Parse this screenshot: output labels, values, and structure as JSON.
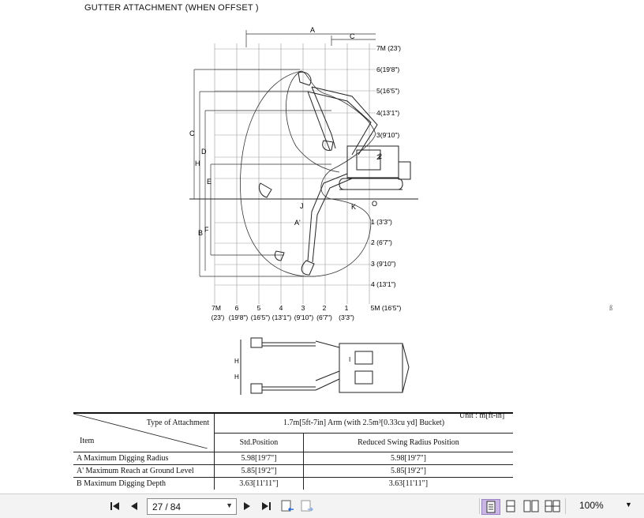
{
  "document": {
    "title": "GUTTER ATTACHMENT (WHEN OFFSET )",
    "margin_mark": "ß"
  },
  "diagram": {
    "top_labels": [
      "A",
      "C"
    ],
    "left_labels": [
      "C",
      "H",
      "D",
      "E",
      "B",
      "F"
    ],
    "point_labels": [
      "J",
      "K",
      "O",
      "A'",
      "1",
      "2"
    ],
    "height_ticks": [
      {
        "m": "7M",
        "ft": "(23')"
      },
      {
        "m": "6",
        "ft": "(19'8\")"
      },
      {
        "m": "5",
        "ft": "(16'5\")"
      },
      {
        "m": "4",
        "ft": "(13'1\")"
      },
      {
        "m": "3",
        "ft": "(9'10\")"
      },
      {
        "m": "2",
        "ft": ""
      },
      {
        "m": "1",
        "ft": "(3'3\")"
      },
      {
        "m": "2",
        "ft": "(6'7\")"
      },
      {
        "m": "3",
        "ft": "(9'10\")"
      },
      {
        "m": "4",
        "ft": "(13'1\")"
      }
    ],
    "reach_ticks": [
      {
        "m": "7M",
        "ft": "(23')"
      },
      {
        "m": "6",
        "ft": "(19'8\")"
      },
      {
        "m": "5",
        "ft": "(16'5\")"
      },
      {
        "m": "4",
        "ft": "(13'1\")"
      },
      {
        "m": "3",
        "ft": "(9'10\")"
      },
      {
        "m": "2",
        "ft": "(6'7\")"
      },
      {
        "m": "1",
        "ft": "(3'3\")"
      },
      {
        "m": "5M (16'5\")",
        "ft": ""
      }
    ],
    "plan_labels": [
      "H",
      "H",
      "I"
    ]
  },
  "table": {
    "unit": "Unit : m[ft-in]",
    "header_type": "Type of Attachment",
    "header_item": "Item",
    "attachment": "1.7m[5ft-7in] Arm (with 2.5m³[0.33cu yd] Bucket)",
    "col_std": "Std.Position",
    "col_reduced": "Reduced Swing Radius Position",
    "rows": [
      {
        "item": "A  Maximum Digging Radius",
        "std": "5.98[19'7\"]",
        "reduced": "5.98[19'7\"]"
      },
      {
        "item": "A' Maximum Reach at Ground Level",
        "std": "5.85[19'2\"]",
        "reduced": "5.85[19'2\"]"
      },
      {
        "item": "B  Maximum Digging Depth",
        "std": "3.63[11'11\"]",
        "reduced": "3.63[11'11\"]"
      }
    ]
  },
  "toolbar": {
    "current_page": "27",
    "separator": "/",
    "total_pages": "84",
    "zoom": "100%"
  },
  "colors": {
    "toolbar_bg": "#f3f3f3",
    "active_view": "#c9b6e4"
  }
}
